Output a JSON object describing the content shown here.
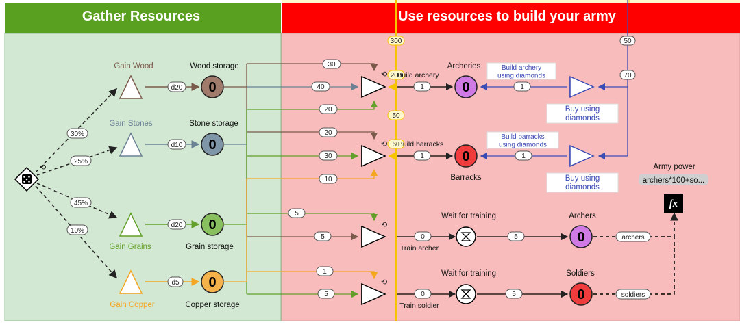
{
  "sections": {
    "gather_title": "Gather Resources",
    "build_title": "Use resources to build your army"
  },
  "colors": {
    "green_header": "#5aa020",
    "red_header": "#ff0000",
    "green_panel": "#d2e8d2",
    "red_panel": "#f8bcbc",
    "wood": "#7a5a4a",
    "stone": "#6a8294",
    "grain": "#62a02a",
    "copper": "#f5a623",
    "diamond_blue": "#3b4bb5",
    "yellow_line": "#f7c400",
    "archery_purple": "#d07ae6",
    "barracks_red": "#f03c3c"
  },
  "source": {
    "icon": "dice-icon",
    "chances": [
      "30%",
      "25%",
      "45%",
      "10%"
    ]
  },
  "sources": [
    {
      "label": "Gain Wood",
      "dice": "d20"
    },
    {
      "label": "Gain Stones",
      "dice": "d10"
    },
    {
      "label": "Gain Grains",
      "dice": "d20"
    },
    {
      "label": "Gain Copper",
      "dice": "d5"
    }
  ],
  "pools": [
    {
      "label": "Wood storage",
      "value": "0"
    },
    {
      "label": "Stone storage",
      "value": "0"
    },
    {
      "label": "Grain storage",
      "value": "0"
    },
    {
      "label": "Copper storage",
      "value": "0"
    }
  ],
  "costs": {
    "archery_wood": "30",
    "archery_stone": "40",
    "archery_grain": "20",
    "barracks_wood": "20",
    "barracks_stone": "30",
    "barracks_copper": "10",
    "archer_grain": "5",
    "archer_wood": "5",
    "soldier_copper": "1",
    "soldier_grain": "5"
  },
  "yellow_labels": {
    "top": "300",
    "archery": "200",
    "mid": "50",
    "barracks": "60"
  },
  "converters": {
    "archery": "Build archery",
    "barracks": "Build barracks",
    "archer": "Train archer",
    "soldier": "Train soldier"
  },
  "buildings": [
    {
      "label": "Archeries",
      "value": "0"
    },
    {
      "label": "Barracks",
      "value": "0"
    }
  ],
  "diamond_paths": [
    {
      "label": "Build archery using diamonds",
      "buy": "Buy using diamonds",
      "edge": "1",
      "cost": "70"
    },
    {
      "label": "Build barracks using diamonds",
      "buy": "Buy using diamonds",
      "edge": "1",
      "cost": "50"
    }
  ],
  "edges": {
    "archery_out": "1",
    "barracks_out": "1",
    "archer_in": "0",
    "soldier_in": "0",
    "archer_delay_out": "5",
    "soldier_delay_out": "5"
  },
  "training": [
    {
      "label": "Wait for training"
    },
    {
      "label": "Wait for training"
    }
  ],
  "units": [
    {
      "label": "Archers",
      "value": "0",
      "var": "archers"
    },
    {
      "label": "Soldiers",
      "value": "0",
      "var": "soldiers"
    }
  ],
  "army": {
    "label": "Army power",
    "formula": "archers*100+so...",
    "icon": "fx-icon"
  }
}
